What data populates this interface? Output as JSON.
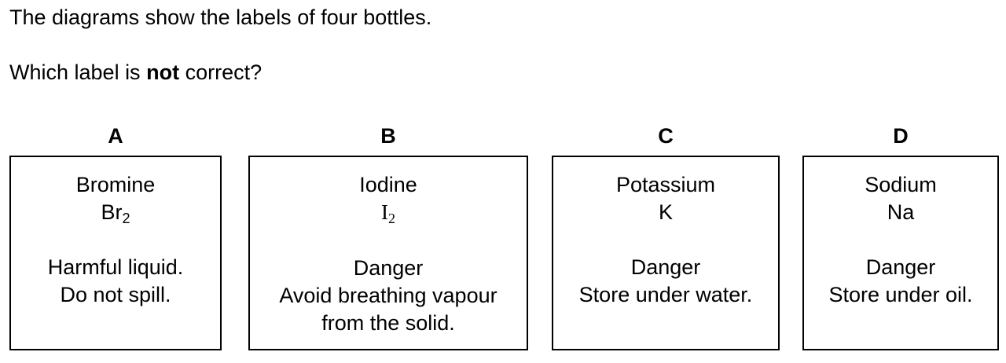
{
  "question": {
    "intro": "The diagrams show the labels of four bottles.",
    "prompt_before": "Which label is ",
    "prompt_emphasis": "not",
    "prompt_after": " correct?"
  },
  "options": [
    {
      "letter": "A",
      "name": "Bromine",
      "formula_symbol": "Br",
      "formula_subscript": "2",
      "warning_lines": [
        "Harmful liquid.",
        "Do not spill."
      ]
    },
    {
      "letter": "B",
      "name": "Iodine",
      "formula_symbol": "I",
      "formula_subscript": "2",
      "warning_lines": [
        "Danger",
        "Avoid breathing vapour",
        "from the solid."
      ]
    },
    {
      "letter": "C",
      "name": "Potassium",
      "formula_symbol": "K",
      "formula_subscript": "",
      "warning_lines": [
        "Danger",
        "Store under water."
      ]
    },
    {
      "letter": "D",
      "name": "Sodium",
      "formula_symbol": "Na",
      "formula_subscript": "",
      "warning_lines": [
        "Danger",
        "Store under oil."
      ]
    }
  ]
}
